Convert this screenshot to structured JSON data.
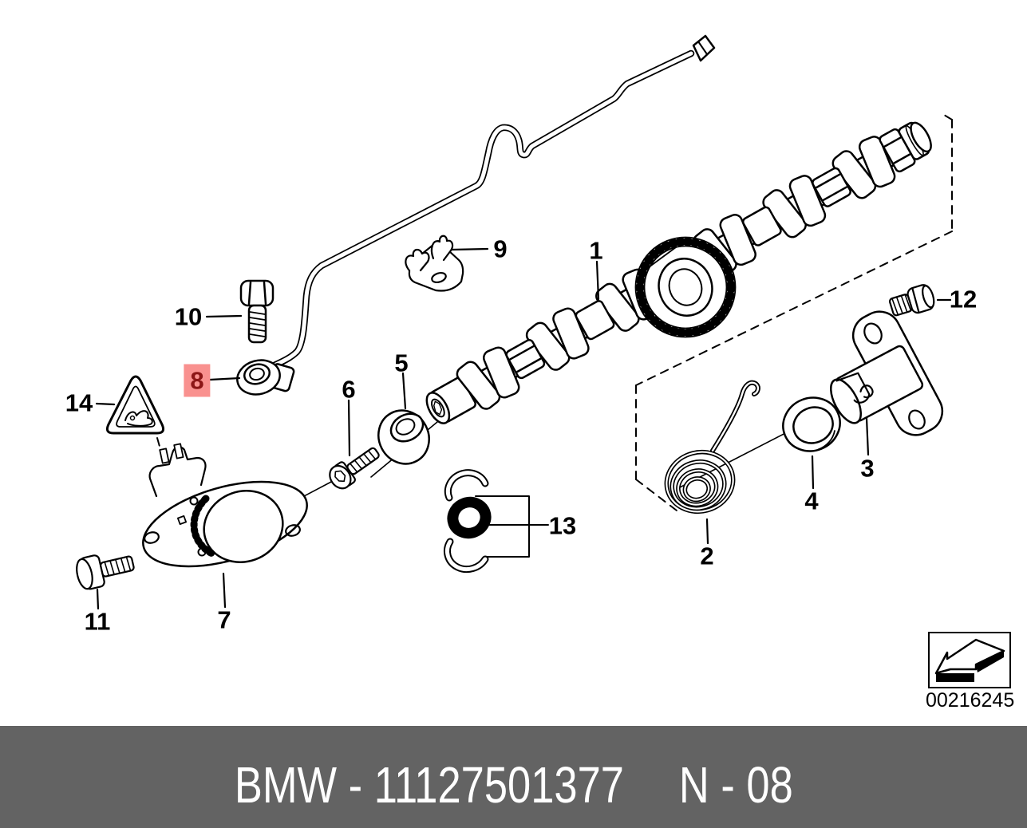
{
  "diagram": {
    "description_code": "00216245",
    "highlighted_part": "8",
    "parts": [
      {
        "id": "1"
      },
      {
        "id": "2"
      },
      {
        "id": "3"
      },
      {
        "id": "4"
      },
      {
        "id": "5"
      },
      {
        "id": "6"
      },
      {
        "id": "7"
      },
      {
        "id": "8"
      },
      {
        "id": "9"
      },
      {
        "id": "10"
      },
      {
        "id": "11"
      },
      {
        "id": "12"
      },
      {
        "id": "13"
      },
      {
        "id": "14"
      }
    ]
  },
  "footer": {
    "left": "BMW - 11127501377",
    "right": "N - 08"
  },
  "icons": {
    "stamp": "page-turn-arrow-icon"
  },
  "colors": {
    "background": "#ffffff",
    "line": "#000000",
    "highlight_bg": "#f9918f",
    "highlight_text": "#8c1616",
    "footer_bg": "#636363",
    "footer_text": "#ffffff"
  }
}
